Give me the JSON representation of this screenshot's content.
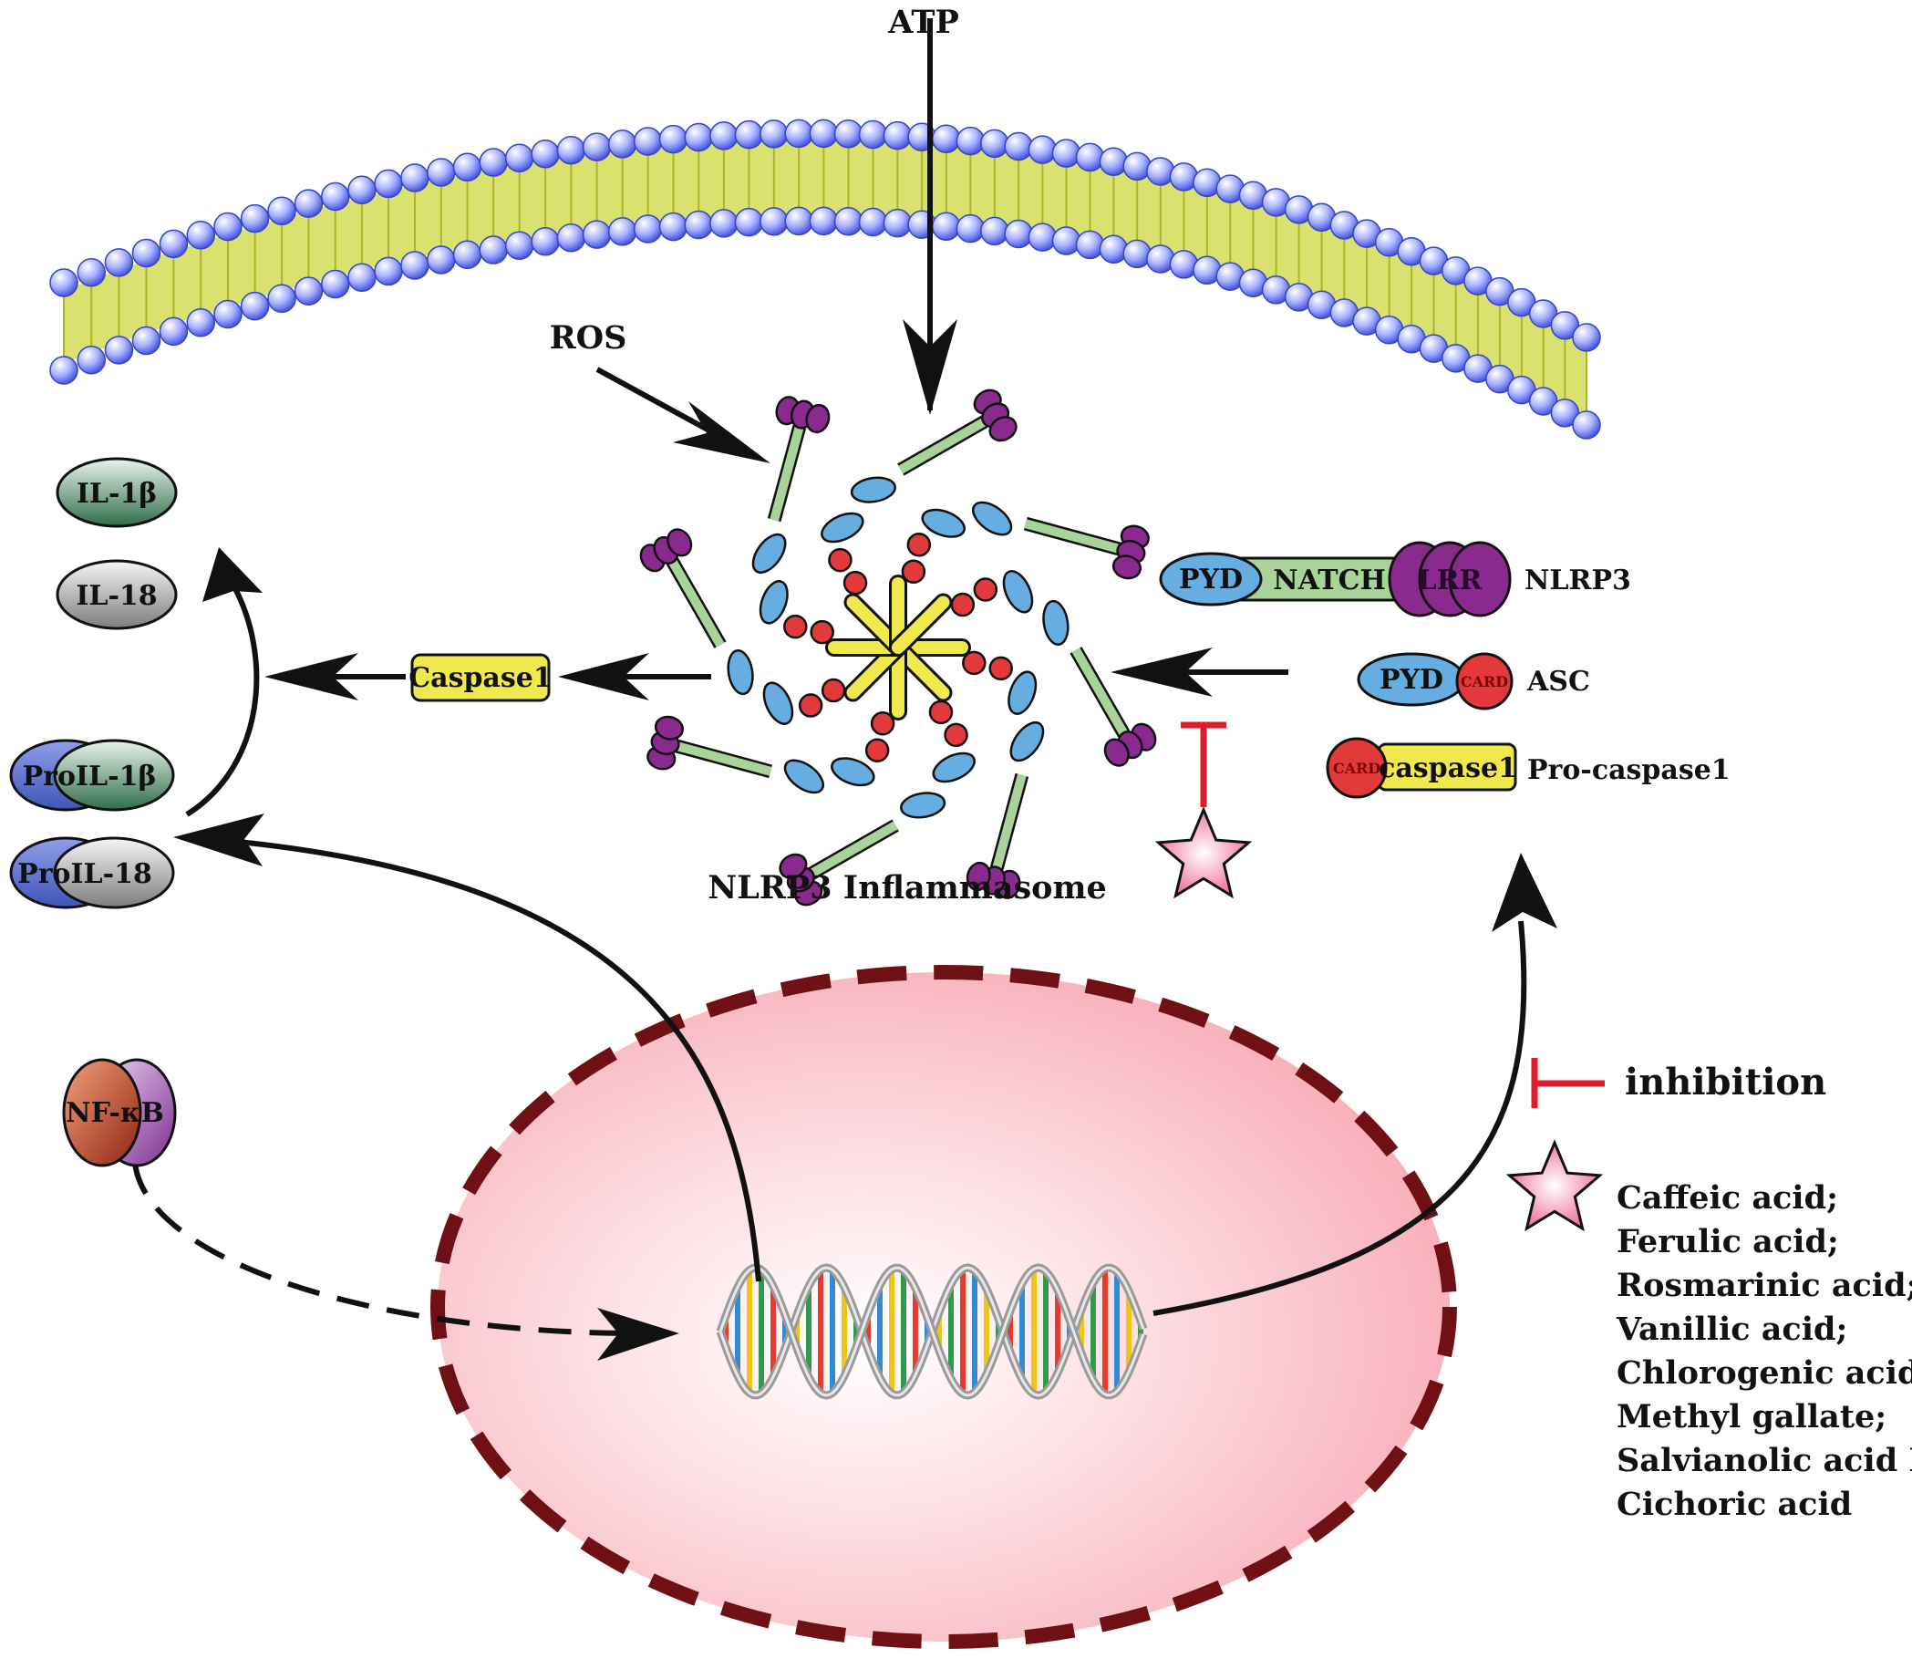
{
  "signals": {
    "atp": "ATP",
    "ros": "ROS"
  },
  "complex": {
    "title": "NLRP3 Inflammasome"
  },
  "components": {
    "nlrp3": {
      "pyd": "PYD",
      "natch": "NATCH",
      "lrr": "LRR",
      "name": "NLRP3"
    },
    "asc": {
      "pyd": "PYD",
      "card": "CARD",
      "name": "ASC"
    },
    "procaspase": {
      "card": "CARD",
      "caspase": "caspase1",
      "name": "Pro-caspase1"
    }
  },
  "caspase_active": "Caspase1",
  "cytokines": {
    "il1b": "IL-1β",
    "il18": "IL-18",
    "pro_il1b": "ProIL-1β",
    "pro_il18": "ProIL-18"
  },
  "nfkb": "NF-κB",
  "legend": {
    "inhibition": "inhibition",
    "compounds": [
      "Caffeic acid;",
      "Ferulic acid;",
      "Rosmarinic acid;",
      "Vanillic acid;",
      "Chlorogenic acid;",
      "Methyl gallate;",
      "Salvianolic acid B;",
      "Cichoric acid"
    ]
  },
  "colors": {
    "membrane_head": "#6f7cf0",
    "membrane_tail": "#d2dd55",
    "nucleus_fill": "#fbbcc4",
    "nucleus_border": "#6e1014",
    "pyd": "#66aee2",
    "card": "#e23a3a",
    "lrr": "#8a2a8f",
    "natch": "#a8d49a",
    "caspase": "#f0e94e",
    "inhibitor": "#e01b2c"
  }
}
